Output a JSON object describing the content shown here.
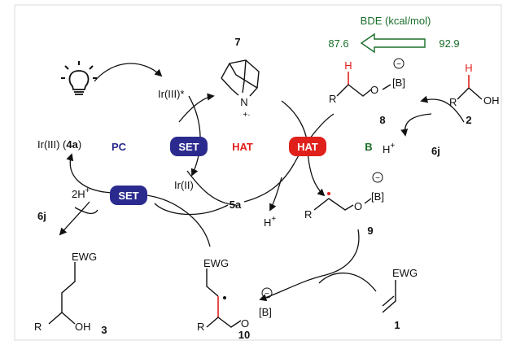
{
  "bde": {
    "title": "BDE (kcal/mol)",
    "left_value": "87.6",
    "right_value": "92.9",
    "color": "#1a6e2a"
  },
  "cycles": {
    "pc": {
      "label": "PC",
      "color": "#2b2b8f"
    },
    "hat": {
      "label": "HAT",
      "color": "#e0201b"
    },
    "b": {
      "label": "B",
      "color": "#1a6e2a"
    }
  },
  "badges": {
    "set_upper": "SET",
    "set_lower": "SET",
    "hat": "HAT",
    "set_color": "#2b2b8f",
    "hat_color": "#e0201b"
  },
  "species": {
    "ir_excited": "Ir(III)*",
    "ir_ground_prefix": "Ir(III) (",
    "ir_ground_num": "4a",
    "ir_ground_suffix": ")",
    "ir_reduced": "Ir(II)",
    "quinuclidine_num": "7",
    "quinuclidine_N": "N",
    "radical_cation_num": "5a",
    "proton_1": "H",
    "proton_2": "H",
    "proton_3_prefix": "2H",
    "plus": "+",
    "base_upper": "6j",
    "base_lower": "6j",
    "alcohol_num": "2",
    "borate_num": "8",
    "radical_num": "9",
    "product_radical_num": "10",
    "alkene_num": "1",
    "product_num": "3"
  },
  "atoms": {
    "R": "R",
    "O": "O",
    "OH": "OH",
    "H": "H",
    "B": "[B]",
    "EWG": "EWG",
    "minus": "−",
    "dot": "+·"
  },
  "icons": {
    "light": "lightbulb-icon",
    "bde_arrow": "hollow-arrow-left-icon"
  }
}
